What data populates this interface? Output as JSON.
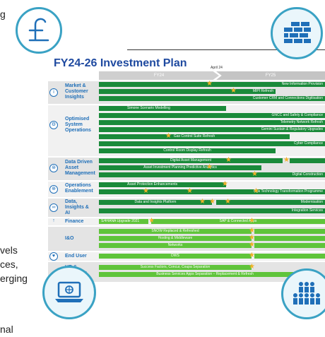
{
  "background": {
    "fragments": [
      "g",
      "vels",
      "ces,",
      "erging",
      "nal"
    ]
  },
  "icons": {
    "pound": "pound-icon",
    "wall": "brick-wall-icon",
    "laptop": "laptop-icon",
    "people": "people-group-icon"
  },
  "plan": {
    "title": "FY24-26 Investment Plan",
    "marker": "April 24",
    "years": [
      "FY24",
      "FY25"
    ]
  },
  "sections": [
    {
      "label": "Market & Customer Insights",
      "icon": "i"
    },
    {
      "label": "Optimised System Operations",
      "icon": "⚙"
    },
    {
      "label": "Data Driven Asset Management",
      "icon": "⊛"
    },
    {
      "label": "Operations Enablement",
      "icon": "⊕"
    },
    {
      "label": "Data, Insights & AI",
      "icon": "∞"
    },
    {
      "label": "Finance",
      "icon": "↑"
    },
    {
      "label": "I&O",
      "icon": ""
    },
    {
      "label": "End User",
      "icon": "♥"
    },
    {
      "label": "HR & Business",
      "icon": ""
    }
  ],
  "bars": {
    "new_info": "New Information Provision",
    "mipi": "MIPI Refresh",
    "crm": "Customer CRM and Connections Digitisation",
    "simone": "Simone Scenario Modelling",
    "gncc": "GNCC and Safety & Compliance",
    "telemetry": "Telemetry Network Refresh",
    "gemini": "Gemini Sustain & Regulatory Upgrades",
    "gas_control": "Gas Control Suite Refresh",
    "cyber": "Cyber Compliance",
    "control_room": "Control Room Display Refresh",
    "digital_asset": "Digital Asset Management",
    "asset_planning": "Asset Investment Planning Predictive Analytics",
    "digital_construction": "Digital Construction",
    "asset_protection": "Asset Protection Enhancements",
    "ops_tech": "Ops Technology Transformation Programme",
    "data_platform": "Data and Insights Platform",
    "mod": "Modernisation",
    "integration": "Integration Services",
    "s4": "S/4HANA Upgrade 2021",
    "sap": "SAP & Connected Apps",
    "snow": "SNOW Replaced & Refreshed",
    "hosting": "Hosting & Middleware",
    "networks": "Networks",
    "dws": "DWS",
    "success": "Success Factors, Concur, Coupa Separation",
    "bus_sep": "Business Services Apps Separation – Replacement & Refresh"
  },
  "colors": {
    "dark_green": "#1a8a3a",
    "light_green": "#5fc43a",
    "title_blue": "#1f4aa0",
    "section_blue": "#1f6fb8",
    "star": "#f2b229",
    "circle_border": "#3aa2c4"
  }
}
